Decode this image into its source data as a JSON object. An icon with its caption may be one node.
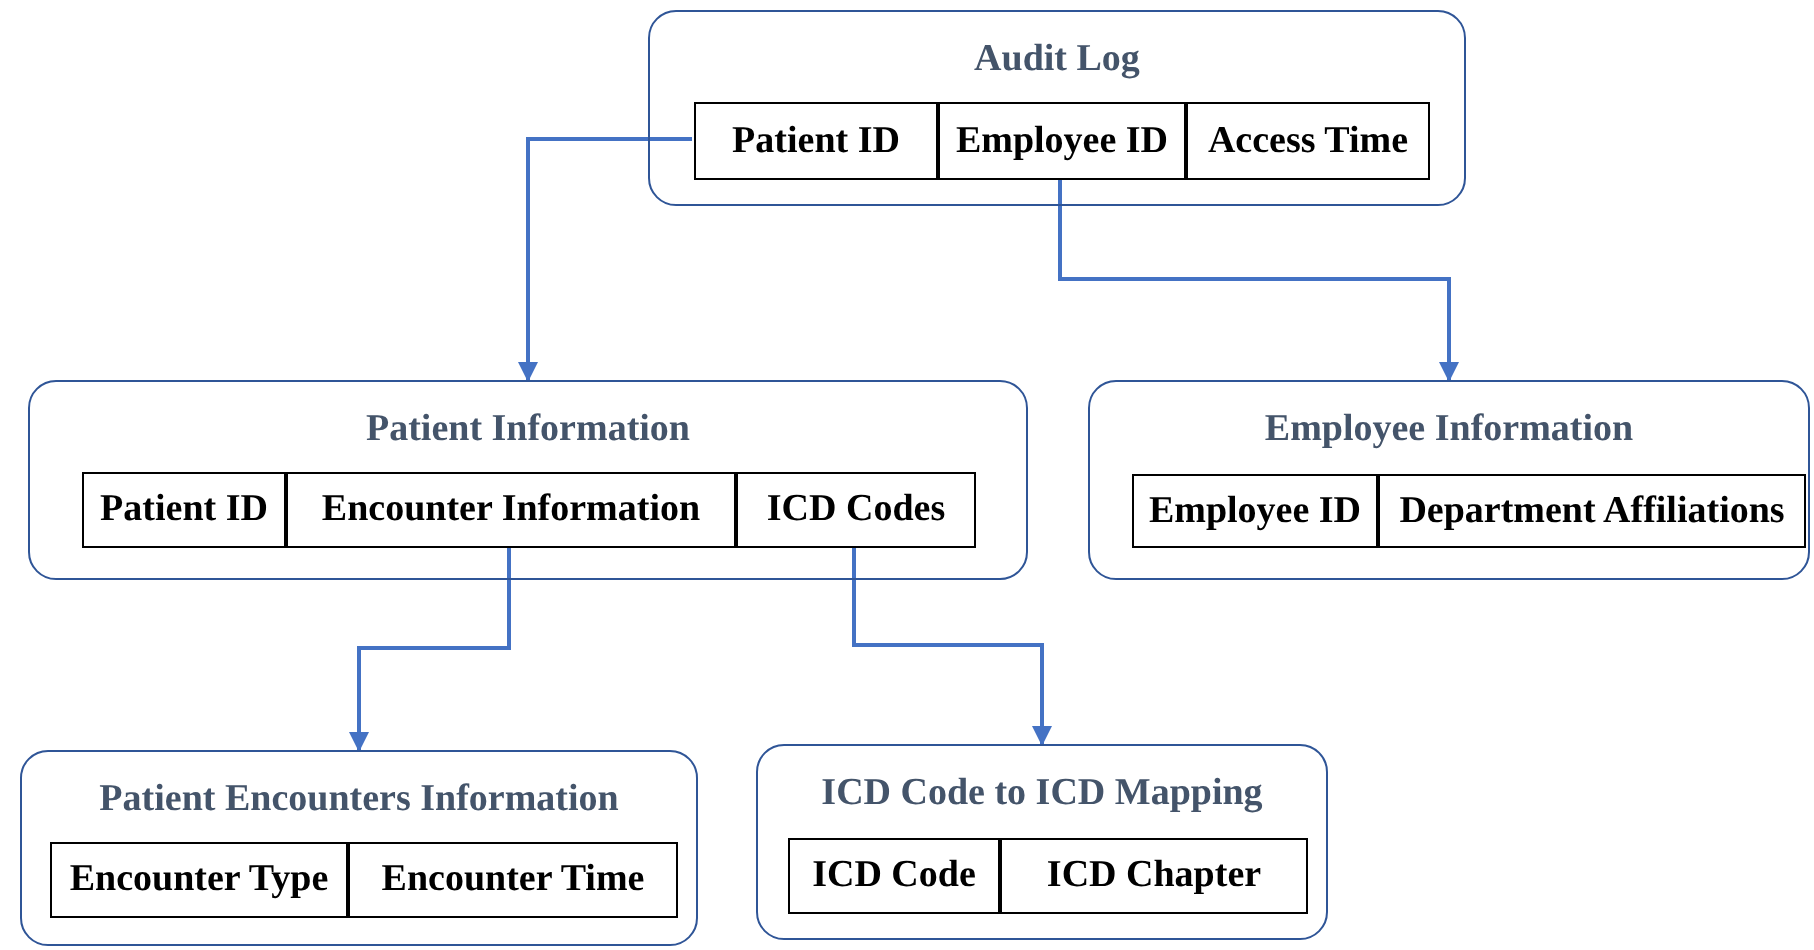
{
  "diagram": {
    "nodes": [
      {
        "text": [
          "Audit Log"
        ]
      },
      {
        "text": [
          "Patient ID"
        ],
        "in": 0
      },
      {
        "text": [
          "Employee ID"
        ],
        "in": 0
      },
      {
        "text": [
          "Access Time"
        ],
        "in": 0
      },
      {
        "text": [
          "Patient Information"
        ]
      },
      {
        "text": [
          "Patient ID"
        ],
        "in": 4
      },
      {
        "text": [
          "Encounter Information"
        ],
        "in": 4
      },
      {
        "text": [
          "ICD Codes"
        ],
        "in": 4
      },
      {
        "text": [
          "Employee Information"
        ]
      },
      {
        "text": [
          "Employee ID"
        ],
        "in": 8
      },
      {
        "text": [
          "Department Affiliations"
        ],
        "in": 8
      },
      {
        "text": [
          "Patient Encounters Information"
        ]
      },
      {
        "text": [
          "Encounter Type"
        ],
        "in": 11
      },
      {
        "text": [
          "Encounter Time"
        ],
        "in": 11
      },
      {
        "text": [
          "ICD Code to ICD Mapping"
        ]
      },
      {
        "text": [
          "ICD Code"
        ],
        "in": 14
      },
      {
        "text": [
          "ICD Chapter"
        ],
        "in": 14
      }
    ],
    "edges": [
      {
        "from": 1,
        "to": 4,
        "arrow": "to"
      },
      {
        "from": 2,
        "to": 8,
        "arrow": "to"
      },
      {
        "from": 6,
        "to": 11,
        "arrow": "to"
      },
      {
        "from": 7,
        "to": 14,
        "arrow": "to"
      }
    ]
  }
}
